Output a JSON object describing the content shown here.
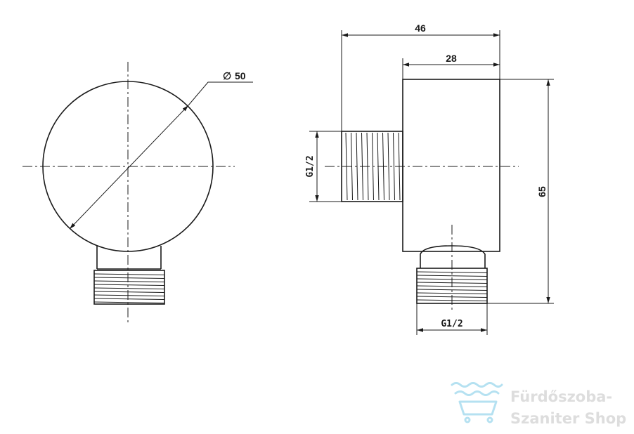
{
  "dimensions": {
    "diameter": "50",
    "overall_length": "46",
    "body_length": "28",
    "height": "65",
    "thread_side": "G1/2",
    "thread_bottom": "G1/2"
  },
  "symbols": {
    "diameter_symbol": "∅"
  },
  "watermark": {
    "line1": "Fürdőszoba-",
    "line2": "Szaniter Shop"
  },
  "colors": {
    "line": "#1a1a1a",
    "watermark_text": "#d8d8d8",
    "watermark_icon": "#a9dcef"
  }
}
